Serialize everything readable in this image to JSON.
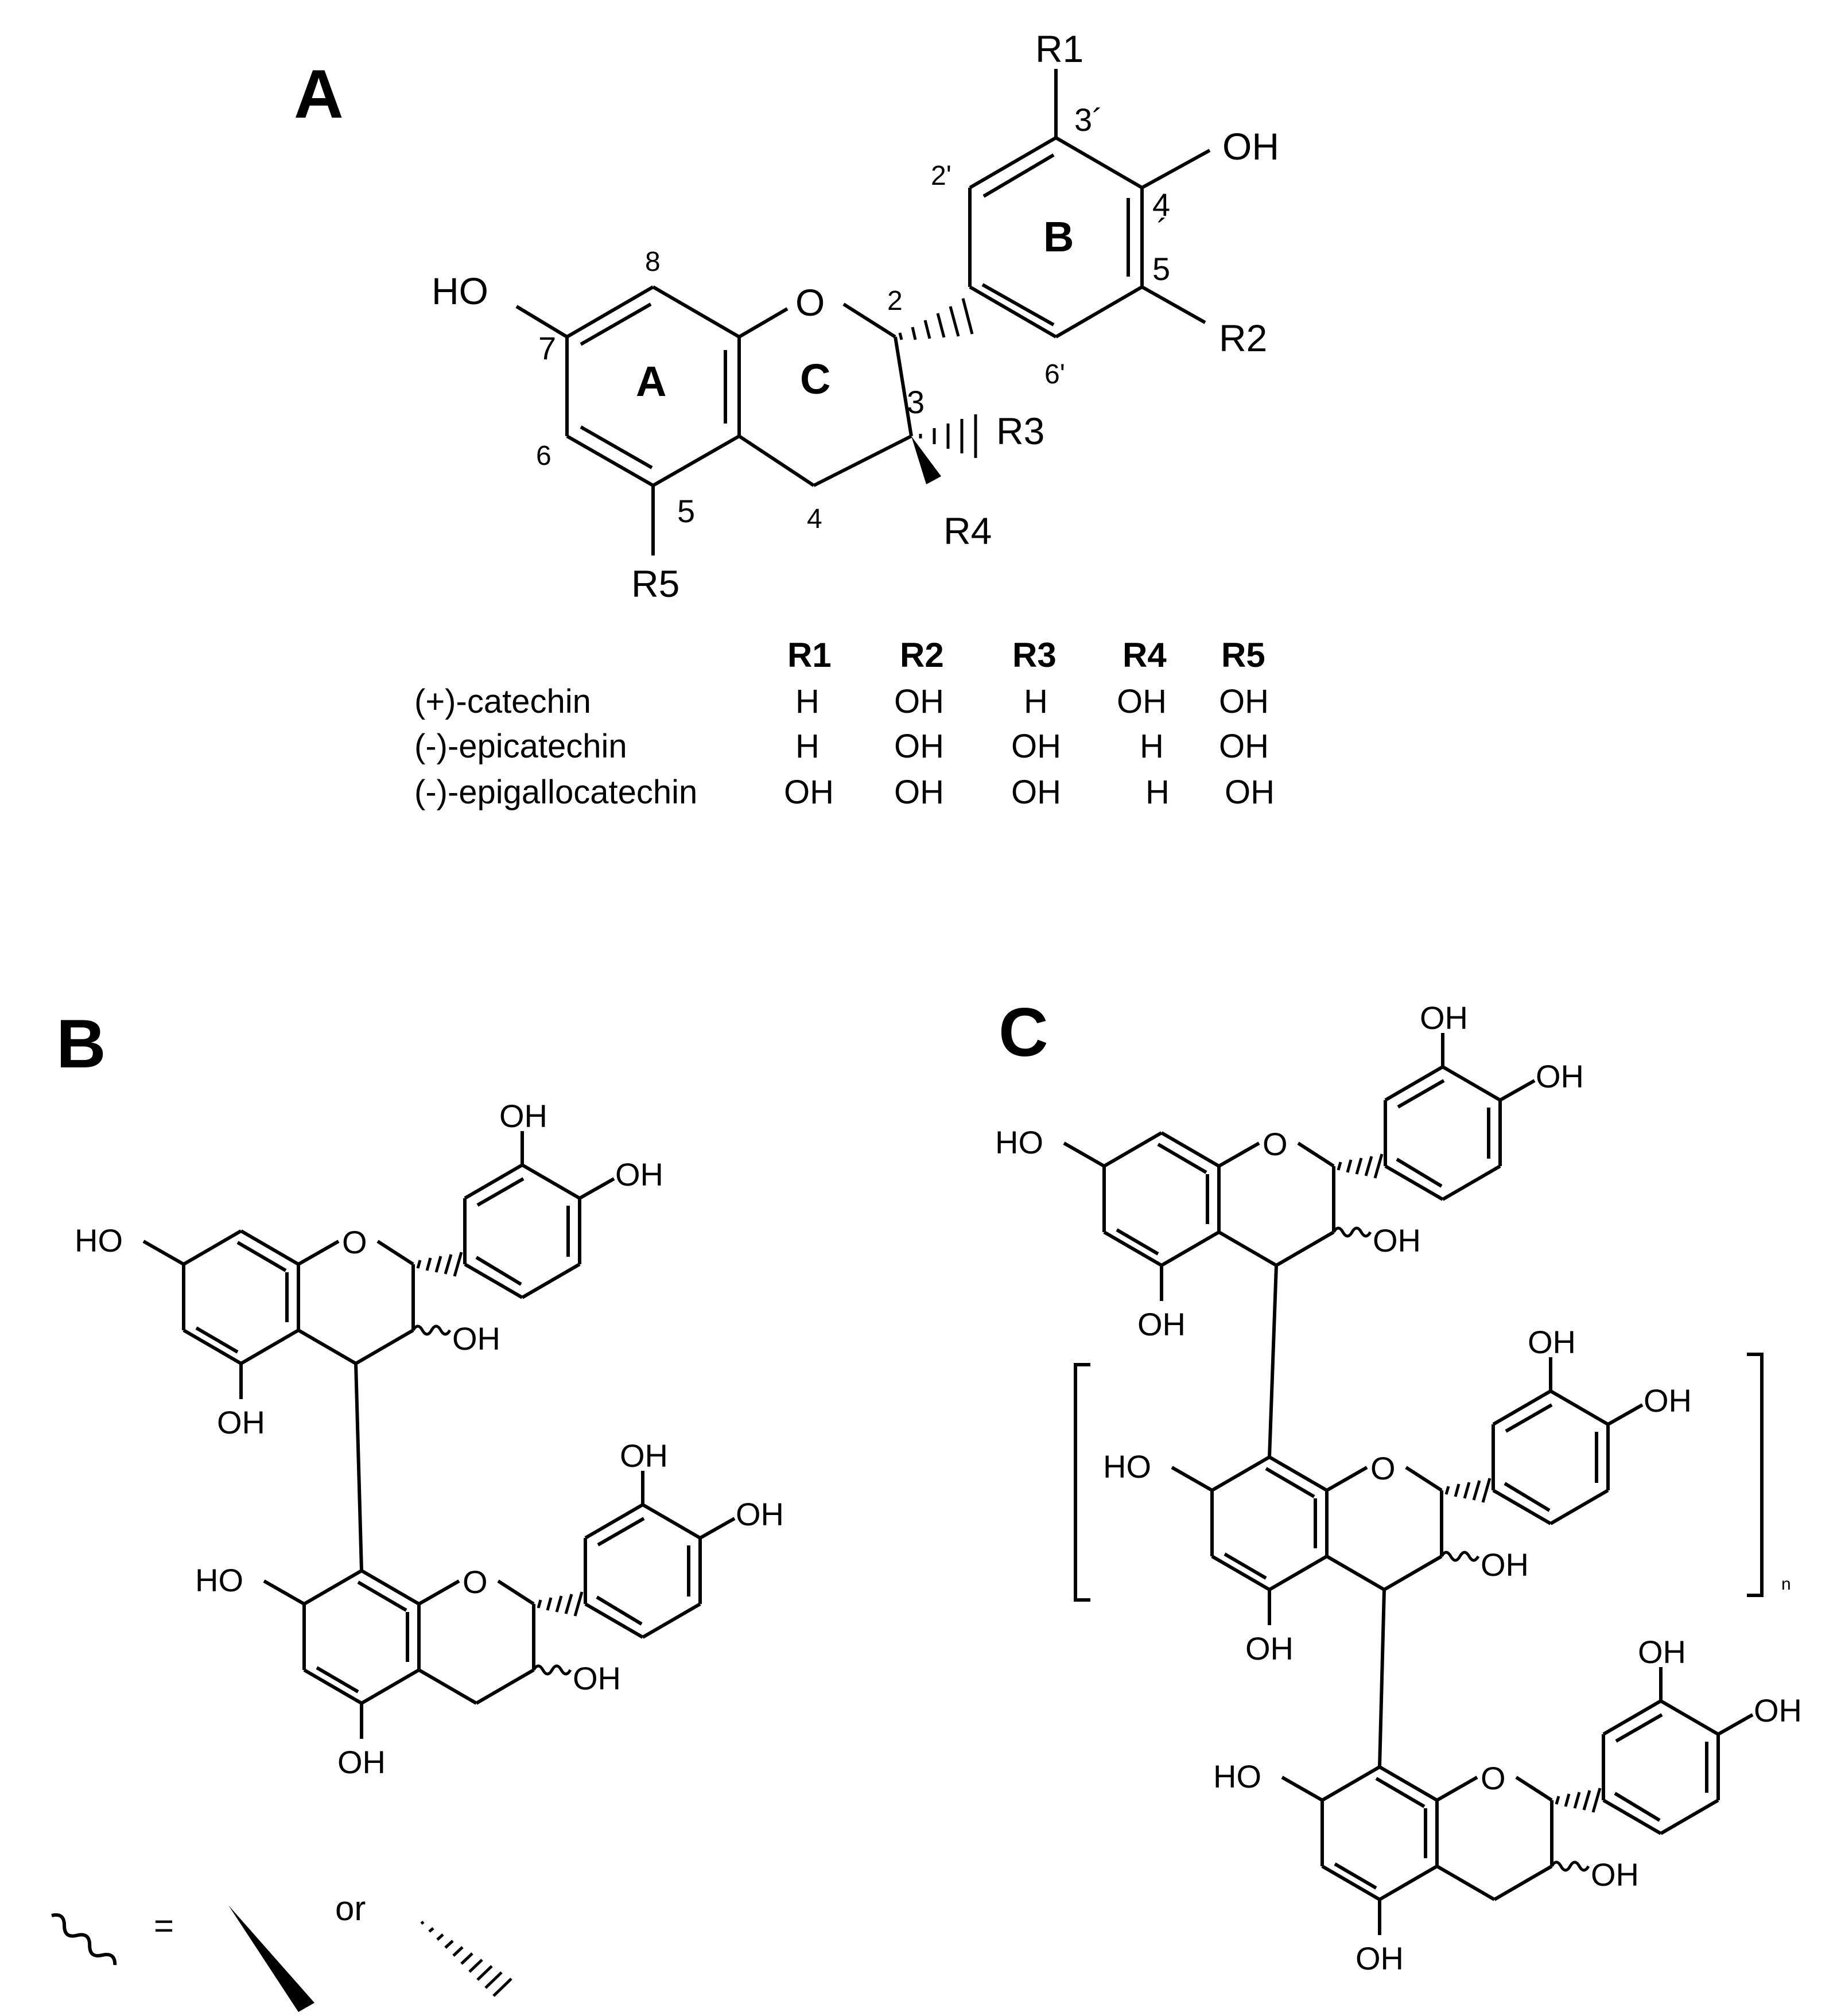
{
  "panels": {
    "a": {
      "label": "A",
      "ring_labels": [
        "A",
        "B",
        "C"
      ],
      "atom_labels": {
        "r1": "R1",
        "r2": "R2",
        "r3": "R3",
        "r4": "R4",
        "r5": "R5",
        "oh_4p": "OH",
        "ho_7": "HO",
        "o_ring": "O"
      },
      "numbering": {
        "n2": "2",
        "n3": "3",
        "n4": "4",
        "n5": "5",
        "n6": "6",
        "n7": "7",
        "n8": "8",
        "n2p": "2'",
        "n3p": "3´",
        "n4p": "4",
        "n4p_mark": "´",
        "n5p": "5",
        "n6p": "6'"
      },
      "table": {
        "headers": [
          "R1",
          "R2",
          "R3",
          "R4",
          "R5"
        ],
        "rows": [
          {
            "name": "(+)-catechin",
            "values": [
              "H",
              "OH",
              "H",
              "OH",
              "OH"
            ]
          },
          {
            "name": "(-)-epicatechin",
            "values": [
              "H",
              "OH",
              "OH",
              "H",
              "OH"
            ]
          },
          {
            "name": "(-)-epigallocatechin",
            "values": [
              "OH",
              "OH",
              "OH",
              "H",
              "OH"
            ]
          }
        ]
      }
    },
    "b": {
      "label": "B"
    },
    "c": {
      "label": "C",
      "repeat_subscript": "n"
    }
  },
  "legend": {
    "equals": "=",
    "or": "or"
  },
  "group_labels": {
    "oh": "OH",
    "ho": "HO",
    "o": "O"
  }
}
